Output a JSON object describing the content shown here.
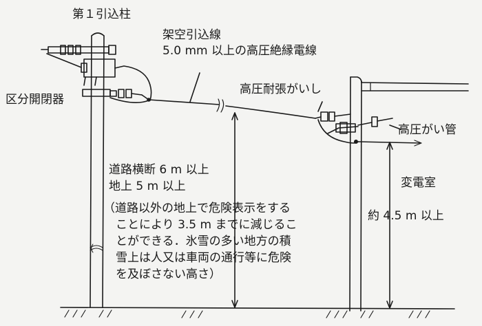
{
  "labels": {
    "pole1": "第１引込柱",
    "overhead_title": "架空引込線",
    "overhead_spec": "5.0 mm 以上の高圧絶縁電線",
    "partition_switch": "区分開閉器",
    "tension_insulator": "高圧耐張がいし",
    "bushing": "高圧がい管",
    "substation": "変電室",
    "road_cross": "道路横断 6 m 以上",
    "ground_5m": "地上 5 m 以上",
    "note_lines": [
      "（道路以外の地上で危険表示をする",
      "ことにより 3.5 m までに減じるこ",
      "とができる．氷雪の多い地方の積",
      "雪上は人又は車両の通行等に危険",
      "を及ぼさない高さ）"
    ],
    "height_45": "約 4.5 m 以上"
  }
}
